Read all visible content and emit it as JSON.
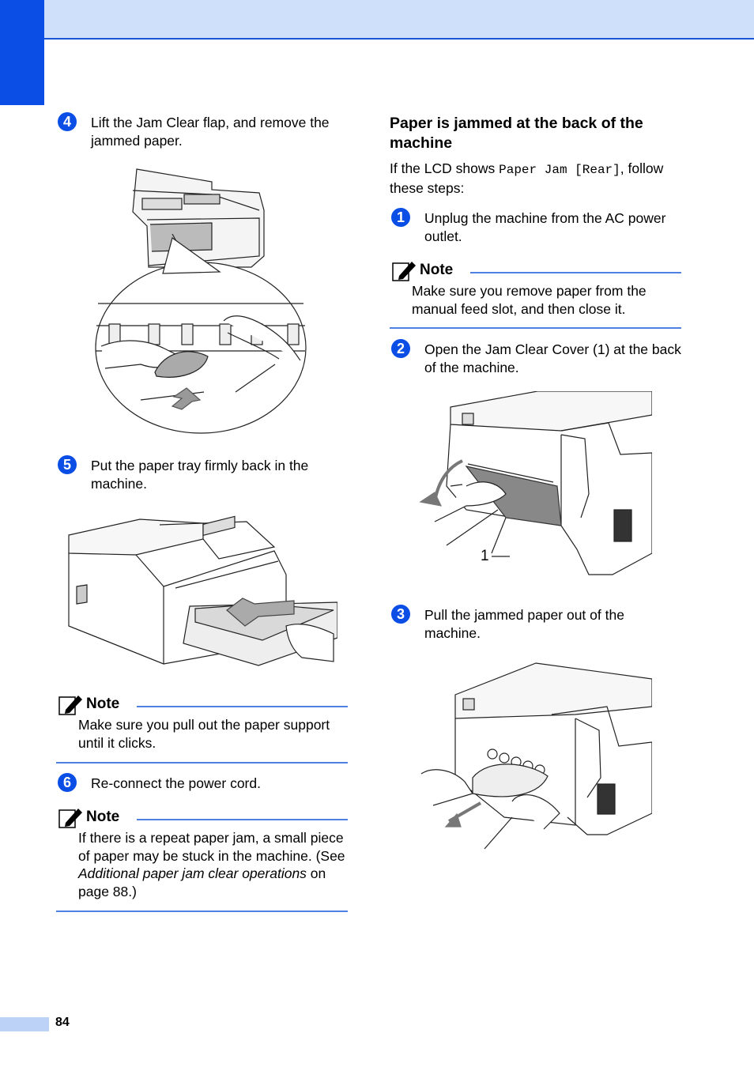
{
  "page": {
    "number": "84"
  },
  "left_column": {
    "step4": {
      "num": "4",
      "text": "Lift the Jam Clear flap, and remove the jammed paper."
    },
    "step5": {
      "num": "5",
      "text": "Put the paper tray firmly back in the machine."
    },
    "note1": {
      "title": "Note",
      "body": "Make sure you pull out the paper support until it clicks."
    },
    "step6": {
      "num": "6",
      "text": "Re-connect the power cord."
    },
    "note2": {
      "title": "Note",
      "body_start": "If there is a repeat paper jam, a small piece of paper may be stuck in the machine. (See ",
      "body_italic": "Additional paper jam clear operations",
      "body_end": " on page 88.)"
    }
  },
  "right_column": {
    "heading": "Paper is jammed at the back of the machine",
    "intro_start": "If the LCD shows ",
    "intro_lcd": "Paper Jam [Rear]",
    "intro_end": ", follow these steps:",
    "step1": {
      "num": "1",
      "text": "Unplug the machine from the AC power outlet."
    },
    "note3": {
      "title": "Note",
      "body": "Make sure you remove paper from the manual feed slot, and then close it."
    },
    "step2": {
      "num": "2",
      "text": "Open the Jam Clear Cover (1) at the back of the machine."
    },
    "callout": "1",
    "step3": {
      "num": "3",
      "text": "Pull the jammed paper out of the machine."
    }
  },
  "colors": {
    "accent_blue": "#0a4ee6",
    "band": "#cfe0fb",
    "rule": "#4d80df"
  }
}
